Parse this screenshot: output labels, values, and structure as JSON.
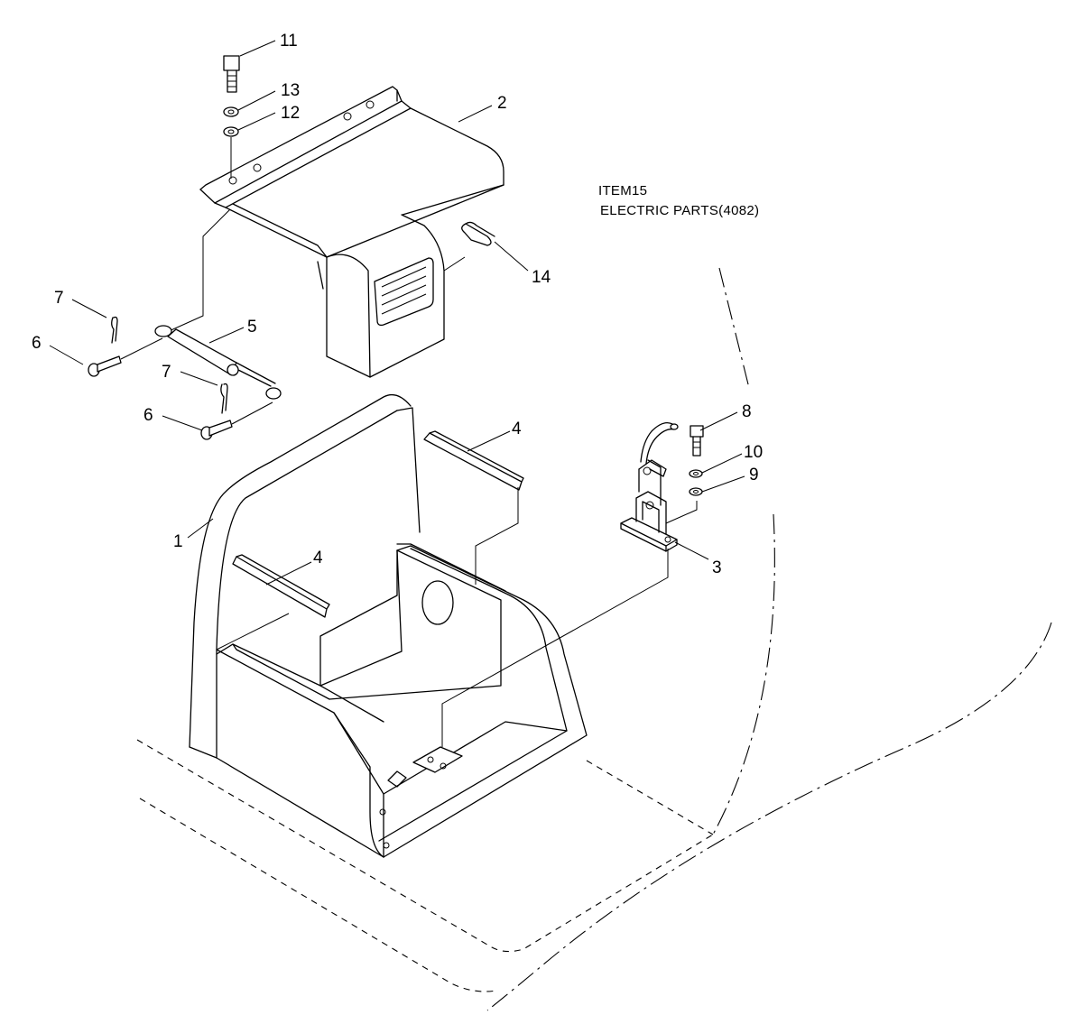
{
  "note": {
    "line1": "ITEM15",
    "line2": "ELECTRIC PARTS(4082)"
  },
  "callouts": [
    "1",
    "2",
    "3",
    "4",
    "4",
    "5",
    "6",
    "6",
    "7",
    "7",
    "8",
    "9",
    "10",
    "11",
    "12",
    "13",
    "14"
  ]
}
